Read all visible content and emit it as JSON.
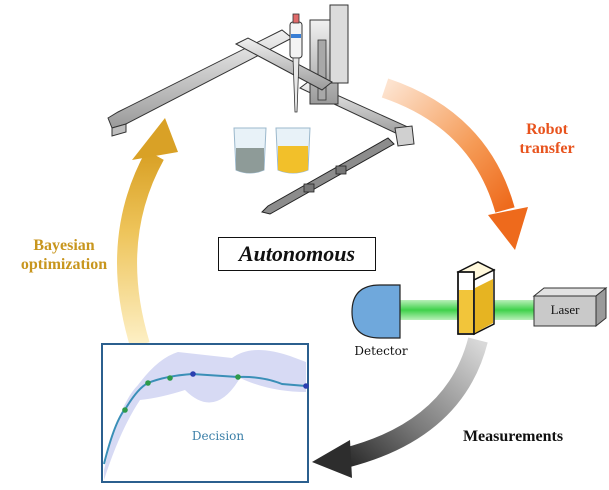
{
  "labels": {
    "bayesian_optimization": "Bayesian optimization",
    "robot_transfer": "Robot transfer",
    "measurements": "Measurements",
    "autonomous": "Autonomous",
    "detector": "Detector",
    "laser": "Laser",
    "decision": "Decision"
  },
  "colors": {
    "bayesian_arrow": "#e3b23c",
    "robot_arrow": "#f07a2a",
    "measurement_arrow": "#555555",
    "laser_beam": "#3fd14a",
    "detector_fill": "#6fa8dc",
    "cuvette_liquid": "#f2c53a",
    "plot_frame": "#2b5f8e",
    "confidence_band": "#c9cdf0",
    "curve_line": "#3a8fb7",
    "point": "#2e9a4a"
  },
  "icons": [
    "robot-gantry-icon",
    "pipette-icon",
    "beaker-icon",
    "detector-icon",
    "cuvette-icon",
    "laser-icon"
  ]
}
